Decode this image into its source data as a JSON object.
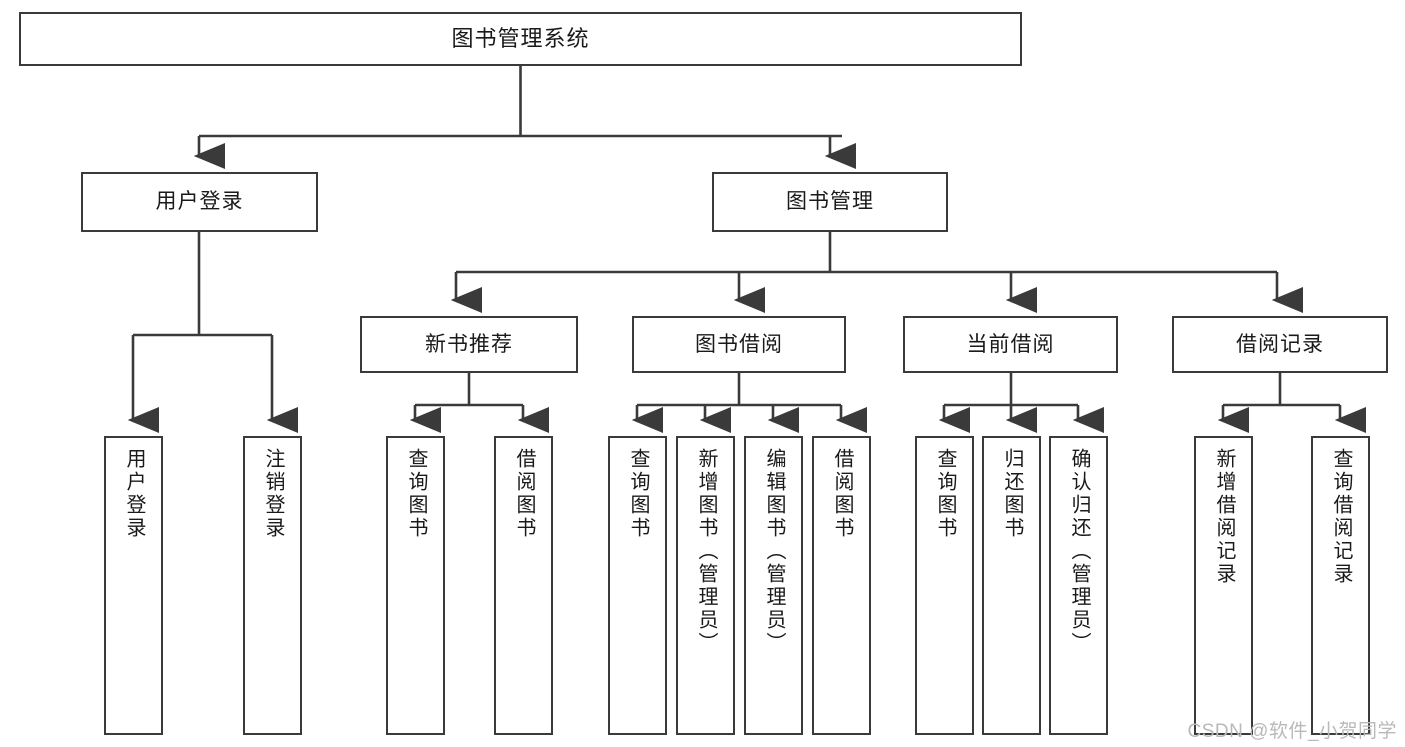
{
  "diagram": {
    "title": "图书管理系统",
    "watermark": "CSDN @软件_小贺同学",
    "colors": {
      "stroke": "#3a3a3a",
      "background": "#ffffff",
      "text": "#1a1a1a",
      "watermark": "#b9b9b9"
    },
    "root": {
      "label": "图书管理系统"
    },
    "level2": [
      {
        "label": "用户登录"
      },
      {
        "label": "图书管理"
      }
    ],
    "level3": [
      {
        "label": "新书推荐"
      },
      {
        "label": "图书借阅"
      },
      {
        "label": "当前借阅"
      },
      {
        "label": "借阅记录"
      }
    ],
    "leaves": {
      "user_login": [
        {
          "label": "用户登录"
        },
        {
          "label": "注销登录"
        }
      ],
      "new_book": [
        {
          "label": "查询图书"
        },
        {
          "label": "借阅图书"
        }
      ],
      "book_borrow": [
        {
          "label": "查询图书"
        },
        {
          "label": "新增图书（管理员）"
        },
        {
          "label": "编辑图书（管理员）"
        },
        {
          "label": "借阅图书"
        }
      ],
      "current_borrow": [
        {
          "label": "查询图书"
        },
        {
          "label": "归还图书"
        },
        {
          "label": "确认归还（管理员）"
        }
      ],
      "borrow_record": [
        {
          "label": "新增借阅记录"
        },
        {
          "label": "查询借阅记录"
        }
      ]
    }
  }
}
